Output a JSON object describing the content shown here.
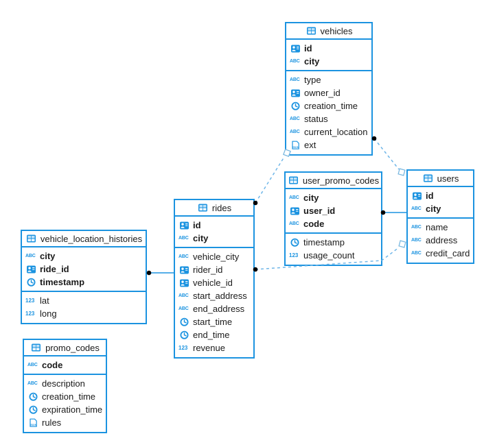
{
  "diagram": {
    "tables": [
      {
        "name": "vehicles",
        "primary_key": [
          {
            "name": "id",
            "type": "id"
          },
          {
            "name": "city",
            "type": "string"
          }
        ],
        "columns": [
          {
            "name": "type",
            "type": "string"
          },
          {
            "name": "owner_id",
            "type": "id"
          },
          {
            "name": "creation_time",
            "type": "datetime"
          },
          {
            "name": "status",
            "type": "string"
          },
          {
            "name": "current_location",
            "type": "string"
          },
          {
            "name": "ext",
            "type": "json"
          }
        ]
      },
      {
        "name": "user_promo_codes",
        "primary_key": [
          {
            "name": "city",
            "type": "string"
          },
          {
            "name": "user_id",
            "type": "id"
          },
          {
            "name": "code",
            "type": "string"
          }
        ],
        "columns": [
          {
            "name": "timestamp",
            "type": "datetime"
          },
          {
            "name": "usage_count",
            "type": "number"
          }
        ]
      },
      {
        "name": "users",
        "primary_key": [
          {
            "name": "id",
            "type": "id"
          },
          {
            "name": "city",
            "type": "string"
          }
        ],
        "columns": [
          {
            "name": "name",
            "type": "string"
          },
          {
            "name": "address",
            "type": "string"
          },
          {
            "name": "credit_card",
            "type": "string"
          }
        ]
      },
      {
        "name": "rides",
        "primary_key": [
          {
            "name": "id",
            "type": "id"
          },
          {
            "name": "city",
            "type": "string"
          }
        ],
        "columns": [
          {
            "name": "vehicle_city",
            "type": "string"
          },
          {
            "name": "rider_id",
            "type": "id"
          },
          {
            "name": "vehicle_id",
            "type": "id"
          },
          {
            "name": "start_address",
            "type": "string"
          },
          {
            "name": "end_address",
            "type": "string"
          },
          {
            "name": "start_time",
            "type": "datetime"
          },
          {
            "name": "end_time",
            "type": "datetime"
          },
          {
            "name": "revenue",
            "type": "number"
          }
        ]
      },
      {
        "name": "vehicle_location_histories",
        "primary_key": [
          {
            "name": "city",
            "type": "string"
          },
          {
            "name": "ride_id",
            "type": "id"
          },
          {
            "name": "timestamp",
            "type": "datetime"
          }
        ],
        "columns": [
          {
            "name": "lat",
            "type": "number"
          },
          {
            "name": "long",
            "type": "number"
          }
        ]
      },
      {
        "name": "promo_codes",
        "primary_key": [
          {
            "name": "code",
            "type": "string"
          }
        ],
        "columns": [
          {
            "name": "description",
            "type": "string"
          },
          {
            "name": "creation_time",
            "type": "datetime"
          },
          {
            "name": "expiration_time",
            "type": "datetime"
          },
          {
            "name": "rules",
            "type": "json"
          }
        ]
      }
    ],
    "relationships": [
      {
        "from": "vehicle_location_histories",
        "to": "rides",
        "line": "solid"
      },
      {
        "from": "user_promo_codes",
        "to": "users",
        "line": "solid"
      },
      {
        "from": "rides",
        "to": "vehicles",
        "line": "dashed"
      },
      {
        "from": "vehicles",
        "to": "users",
        "line": "dashed"
      },
      {
        "from": "rides",
        "to": "users",
        "line": "dashed"
      }
    ],
    "icon_labels": {
      "string": "ABC",
      "number": "123",
      "json": "JSON"
    },
    "colors": {
      "table_border": "#1b93e0",
      "icon_blue": "#1b93e0",
      "solid_line": "#1b93e0",
      "dashed_line": "#6fb6e8",
      "endpoint_dot": "#000000",
      "endpoint_square_stroke": "#7ab8e0",
      "text": "#1a1a1a",
      "background": "#ffffff"
    }
  }
}
